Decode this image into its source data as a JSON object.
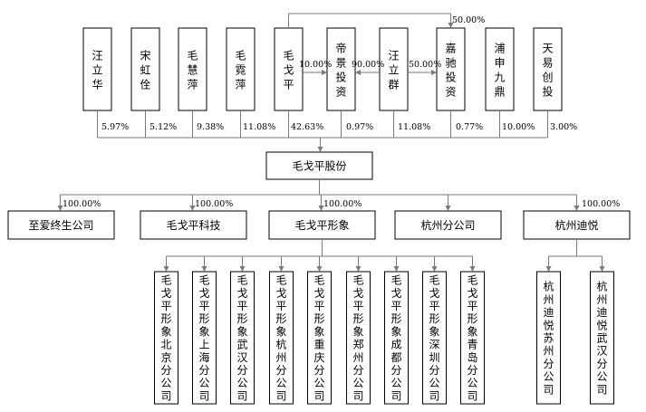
{
  "shareholders": [
    {
      "name": "汪立华",
      "pct": "5.97%"
    },
    {
      "name": "宋虹佺",
      "pct": "5.12%"
    },
    {
      "name": "毛慧萍",
      "pct": "9.38%"
    },
    {
      "name": "毛霓萍",
      "pct": "11.08%"
    },
    {
      "name": "毛戈平",
      "pct": "42.63%"
    },
    {
      "name": "帝景投资",
      "pct": "0.97%"
    },
    {
      "name": "汪立群",
      "pct": "11.08%"
    },
    {
      "name": "嘉驰投资",
      "pct": "0.77%"
    },
    {
      "name": "浦申九鼎",
      "pct": "10.00%"
    },
    {
      "name": "天易创投",
      "pct": "3.00%"
    }
  ],
  "cross_holdings": {
    "maogeping_to_dijing": "10.00%",
    "wangliqun_to_dijing": "90.00%",
    "wangliqun_to_jiachi": "50.00%",
    "maogeping_to_jiachi": "50.00%"
  },
  "company": {
    "name": "毛戈平股份"
  },
  "subsidiaries": [
    {
      "name": "至爱终生公司",
      "pct": "100.00%"
    },
    {
      "name": "毛戈平科技",
      "pct": "100.00%"
    },
    {
      "name": "毛戈平形象",
      "pct": "100.00%"
    },
    {
      "name": "杭州分公司",
      "pct": ""
    },
    {
      "name": "杭州迪悦",
      "pct": "100.00%"
    }
  ],
  "xingxiang_branches": [
    "毛戈平形象北京分公司",
    "毛戈平形象上海分公司",
    "毛戈平形象武汉分公司",
    "毛戈平形象杭州分公司",
    "毛戈平形象重庆分公司",
    "毛戈平形象郑州分公司",
    "毛戈平形象成都分公司",
    "毛戈平形象深圳分公司",
    "毛戈平形象青岛分公司"
  ],
  "diyue_branches": [
    "杭州迪悦苏州分公司",
    "杭州迪悦武汉分公司"
  ]
}
